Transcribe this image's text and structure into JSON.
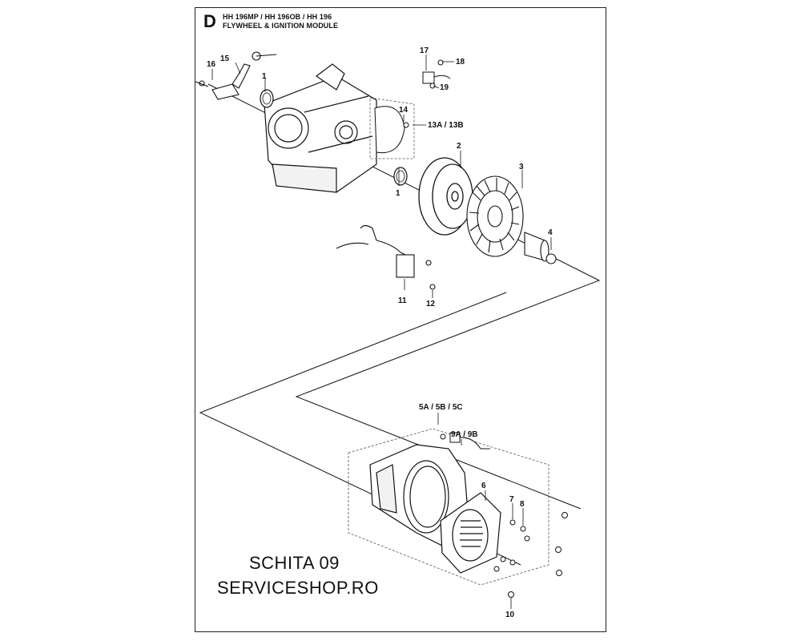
{
  "header": {
    "section_letter": "D",
    "models": "HH 196MP / HH 196OB / HH 196",
    "title": "FLYWHEEL & IGNITION MODULE"
  },
  "callouts": {
    "p1_top": "1",
    "p1_bottom": "1",
    "p2": "2",
    "p3": "3",
    "p4": "4",
    "p5": "5A / 5B / 5C",
    "p6": "6",
    "p7": "7",
    "p8": "8",
    "p9": "9A / 9B",
    "p10": "10",
    "p11": "11",
    "p12": "12",
    "p13": "13A / 13B",
    "p14": "14",
    "p15": "15",
    "p16": "16",
    "p17": "17",
    "p18": "18",
    "p19": "19"
  },
  "watermark": {
    "line1": "SCHITA 09",
    "line2": "SERVICESHOP.RO"
  }
}
